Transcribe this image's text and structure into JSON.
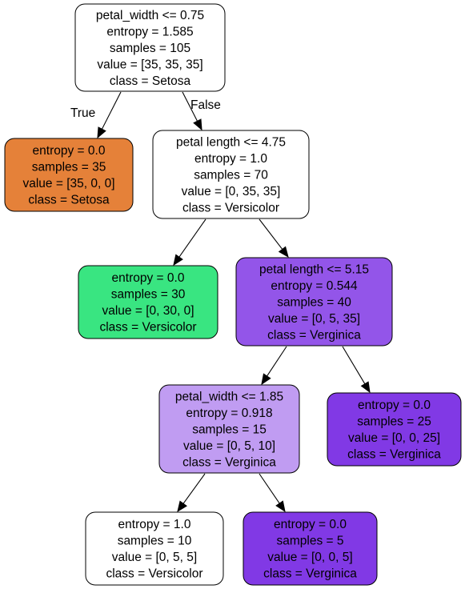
{
  "tree": {
    "nodes": [
      {
        "id": "n0",
        "lines": [
          "petal_width <= 0.75",
          "entropy = 1.585",
          "samples = 105",
          "value = [35, 35, 35]",
          "class = Setosa"
        ],
        "fill": "#ffffff"
      },
      {
        "id": "n1",
        "lines": [
          "entropy = 0.0",
          "samples = 35",
          "value = [35, 0, 0]",
          "class = Setosa"
        ],
        "fill": "#e58139"
      },
      {
        "id": "n2",
        "lines": [
          "petal length  <= 4.75",
          "entropy = 1.0",
          "samples = 70",
          "value = [0, 35, 35]",
          "class = Versicolor"
        ],
        "fill": "#ffffff"
      },
      {
        "id": "n3",
        "lines": [
          "entropy = 0.0",
          "samples = 30",
          "value = [0, 30, 0]",
          "class = Versicolor"
        ],
        "fill": "#39e581"
      },
      {
        "id": "n4",
        "lines": [
          "petal length  <= 5.15",
          "entropy = 0.544",
          "samples = 40",
          "value = [0, 5, 35]",
          "class = Verginica"
        ],
        "fill": "#9355e9"
      },
      {
        "id": "n5",
        "lines": [
          "petal_width <= 1.85",
          "entropy = 0.918",
          "samples = 15",
          "value = [0, 5, 10]",
          "class = Verginica"
        ],
        "fill": "#c09cf2"
      },
      {
        "id": "n6",
        "lines": [
          "entropy = 0.0",
          "samples = 25",
          "value = [0, 0, 25]",
          "class = Verginica"
        ],
        "fill": "#8139e5"
      },
      {
        "id": "n7",
        "lines": [
          "entropy = 1.0",
          "samples = 10",
          "value = [0, 5, 5]",
          "class = Versicolor"
        ],
        "fill": "#ffffff"
      },
      {
        "id": "n8",
        "lines": [
          "entropy = 0.0",
          "samples = 5",
          "value = [0, 0, 5]",
          "class = Verginica"
        ],
        "fill": "#8139e5"
      }
    ],
    "edges": [
      {
        "from": "n0",
        "to": "n1",
        "label": "True"
      },
      {
        "from": "n0",
        "to": "n2",
        "label": "False"
      },
      {
        "from": "n2",
        "to": "n3",
        "label": ""
      },
      {
        "from": "n2",
        "to": "n4",
        "label": ""
      },
      {
        "from": "n4",
        "to": "n5",
        "label": ""
      },
      {
        "from": "n4",
        "to": "n6",
        "label": ""
      },
      {
        "from": "n5",
        "to": "n7",
        "label": ""
      },
      {
        "from": "n5",
        "to": "n8",
        "label": ""
      }
    ]
  }
}
